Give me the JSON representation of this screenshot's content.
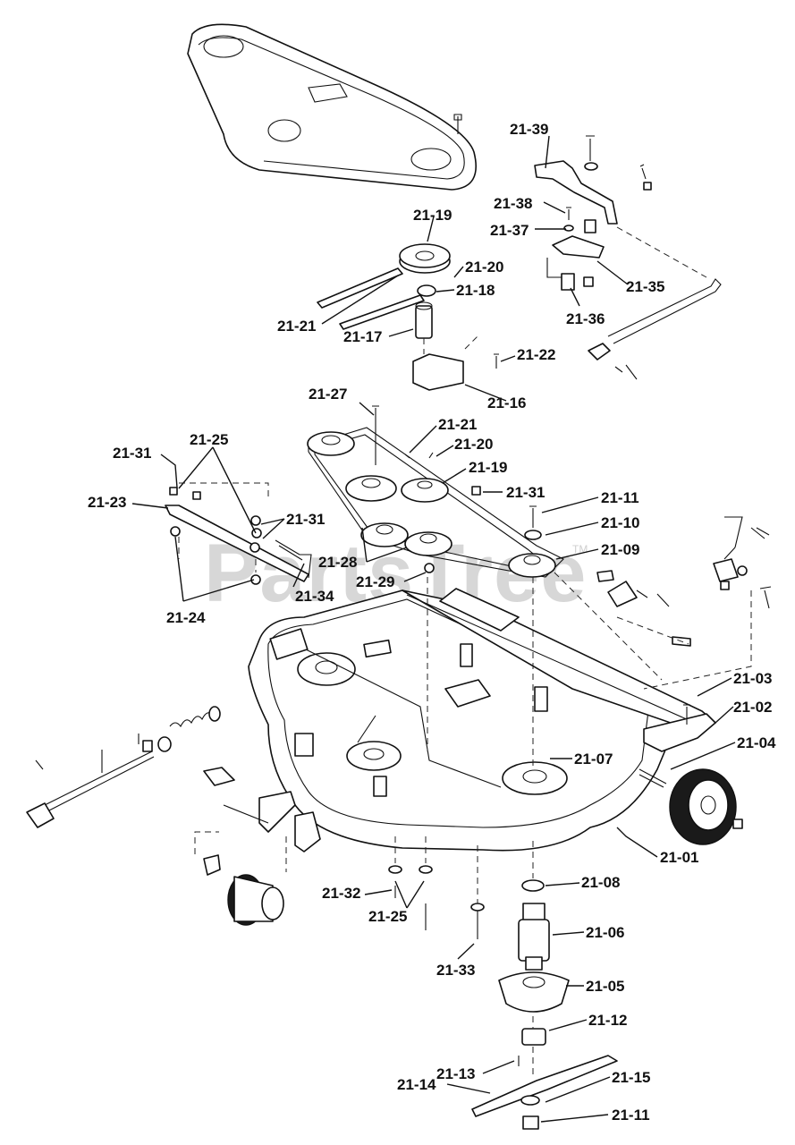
{
  "watermark": {
    "text": "PartsTree",
    "trademark": "TM"
  },
  "labels": {
    "l2101": "21-01",
    "l2102": "21-02",
    "l2103": "21-03",
    "l2104": "21-04",
    "l2105": "21-05",
    "l2106": "21-06",
    "l2107": "21-07",
    "l2108": "21-08",
    "l2109": "21-09",
    "l2110": "21-10",
    "l2111a": "21-11",
    "l2111b": "21-11",
    "l2112": "21-12",
    "l2113": "21-13",
    "l2114": "21-14",
    "l2115": "21-15",
    "l2116": "21-16",
    "l2117": "21-17",
    "l2118": "21-18",
    "l2119a": "21-19",
    "l2119b": "21-19",
    "l2120a": "21-20",
    "l2120b": "21-20",
    "l2121a": "21-21",
    "l2121b": "21-21",
    "l2122": "21-22",
    "l2123": "21-23",
    "l2124": "21-24",
    "l2125a": "21-25",
    "l2125b": "21-25",
    "l2127": "21-27",
    "l2128": "21-28",
    "l2129": "21-29",
    "l2131a": "21-31",
    "l2131b": "21-31",
    "l2131c": "21-31",
    "l2132": "21-32",
    "l2133": "21-33",
    "l2134": "21-34",
    "l2135": "21-35",
    "l2136": "21-36",
    "l2137": "21-37",
    "l2138": "21-38",
    "l2139": "21-39"
  }
}
